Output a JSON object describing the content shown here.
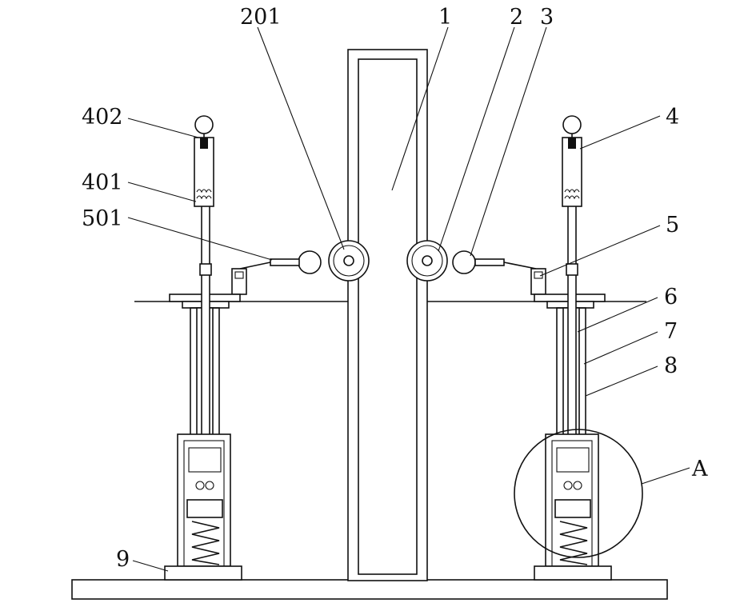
{
  "labels": {
    "l1": "1",
    "l2": "2",
    "l3": "3",
    "l4": "4",
    "l5": "5",
    "l6": "6",
    "l7": "7",
    "l8": "8",
    "l9": "9",
    "l201": "201",
    "l401": "401",
    "l402": "402",
    "l501": "501",
    "lA": "A"
  },
  "colors": {
    "line": "#111111",
    "background": "#ffffff"
  }
}
